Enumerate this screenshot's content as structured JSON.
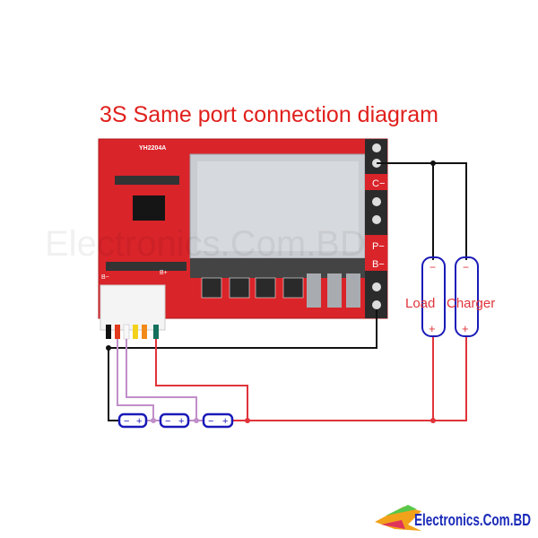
{
  "title": "3S Same port connection diagram",
  "board": {
    "model_label": "YH2204A",
    "terminals": {
      "c_minus": "C−",
      "p_minus": "P−",
      "b_minus": "B−"
    },
    "pad_labels": {
      "b_minus": "B−",
      "b_plus": "B+"
    }
  },
  "load": {
    "label": "Load",
    "minus": "−",
    "plus": "+"
  },
  "charger": {
    "label": "Charger",
    "minus": "−",
    "plus": "+"
  },
  "cells": [
    {
      "minus": "−",
      "plus": "+"
    },
    {
      "minus": "−",
      "plus": "+"
    },
    {
      "minus": "−",
      "plus": "+"
    }
  ],
  "wire_colors": {
    "negative": "#111111",
    "positive": "#e0343a",
    "balance": "#c08ec8",
    "cell_outline": "#1a1ab8",
    "board": "#d9242a"
  },
  "watermark": "Electronics.Com.BD",
  "logo": "Electronics.Com.BD"
}
